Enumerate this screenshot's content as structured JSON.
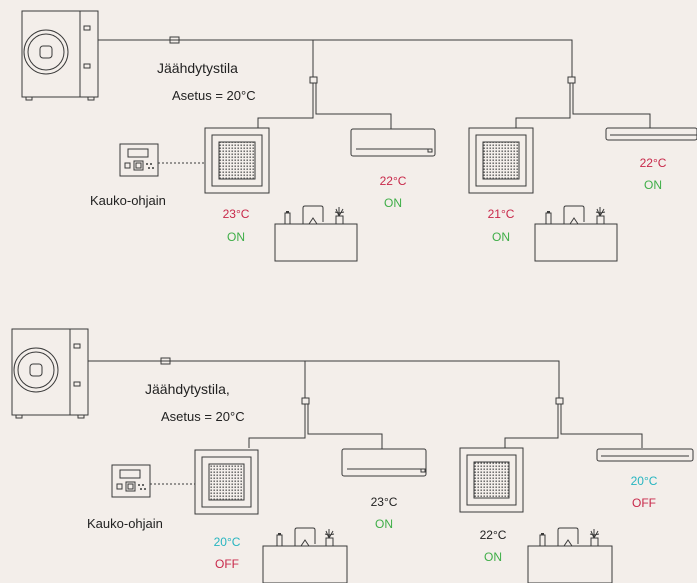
{
  "colors": {
    "hot": "#c8284a",
    "on": "#3fae48",
    "cool": "#27b5c0",
    "off": "#c8284a",
    "line": "#3a3a3a"
  },
  "top": {
    "mode_label": "Jäähdytystila",
    "setpoint_label": "Asetus = 20°C",
    "remote_label": "Kauko-ohjain",
    "units": [
      {
        "temp": "23°C",
        "state": "ON"
      },
      {
        "temp": "22°C",
        "state": "ON"
      },
      {
        "temp": "21°C",
        "state": "ON"
      },
      {
        "temp": "22°C",
        "state": "ON"
      }
    ]
  },
  "bottom": {
    "mode_label": "Jäähdytystila,",
    "setpoint_label": "Asetus = 20°C",
    "remote_label": "Kauko-ohjain",
    "units": [
      {
        "temp": "20°C",
        "state": "OFF"
      },
      {
        "temp": "23°C",
        "state": "ON"
      },
      {
        "temp": "22°C",
        "state": "ON"
      },
      {
        "temp": "20°C",
        "state": "OFF"
      }
    ]
  }
}
